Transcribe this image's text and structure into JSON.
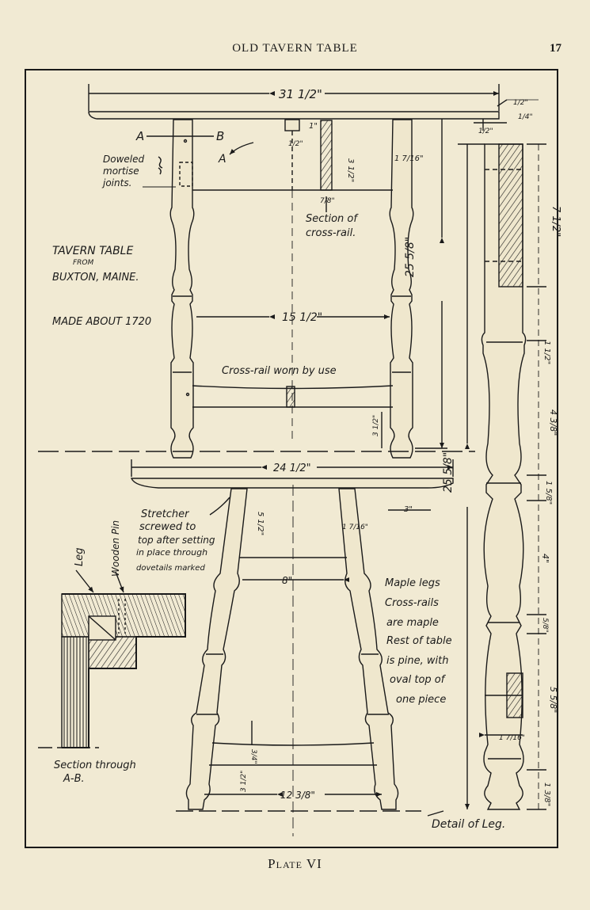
{
  "header": {
    "title": "OLD TAVERN TABLE",
    "page_number": "17"
  },
  "footer": {
    "plate_word": "Plate",
    "plate_numeral": "VI"
  },
  "title_block": {
    "line1": "TAVERN TABLE",
    "line2": "FROM",
    "line3": "BUXTON, MAINE.",
    "made": "MADE ABOUT 1720"
  },
  "labels": {
    "a_left": "A",
    "b_left": "B",
    "a_callout": "A",
    "doweled": [
      "Doweled",
      "mortise",
      "joints."
    ],
    "section_crossrail": [
      "Section of",
      "cross-rail."
    ],
    "crossrail_worn": "Cross-rail worn by use",
    "stretcher": [
      "Stretcher",
      "screwed to",
      "top after setting",
      "in place through",
      "dovetails marked"
    ],
    "maple": [
      "Maple legs",
      "Cross-rails",
      "are maple",
      "Rest of table",
      "is pine, with",
      "oval top of",
      "one piece"
    ],
    "leg": "Leg",
    "wooden_pin": "Wooden Pin",
    "section_ab": [
      "Section through",
      "A-B."
    ],
    "detail_leg": "Detail of Leg."
  },
  "dimensions": {
    "top_length": "31 1/2\"",
    "top_thick_a": "1/2\"",
    "top_thick_b": "1/4\"",
    "overhang": "1/2\"",
    "tenon_1": "1\"",
    "tenon_half": "1/2\"",
    "rail_height": "3 1/2\"",
    "rail_width": "7/8\"",
    "leg_square": "1 7/16\"",
    "height": "25 5/8\"",
    "inner_span": "15 1/2\"",
    "low_rail": "3 1/2\"",
    "end_top": "24 1/2\"",
    "end_overhang": "3\"",
    "end_apron": "5 1/2\"",
    "end_leg": "1 7/16\"",
    "end_span": "8\"",
    "end_stretcher": "3/4\"",
    "end_low": "3 1/2\"",
    "end_bottom": "12 3/8\"",
    "detail_total": "25 5/8\"",
    "detail_top": "7 1/2\"",
    "detail_d1": "1 1/2\"",
    "detail_d2": "4 3/8\"",
    "detail_d3": "1 5/8\"",
    "detail_d4": "4\"",
    "detail_d5": "5/8\"",
    "detail_d6": "5 5/8\"",
    "detail_d7": "1 7/16\"",
    "detail_d8": "1 3/8\""
  }
}
